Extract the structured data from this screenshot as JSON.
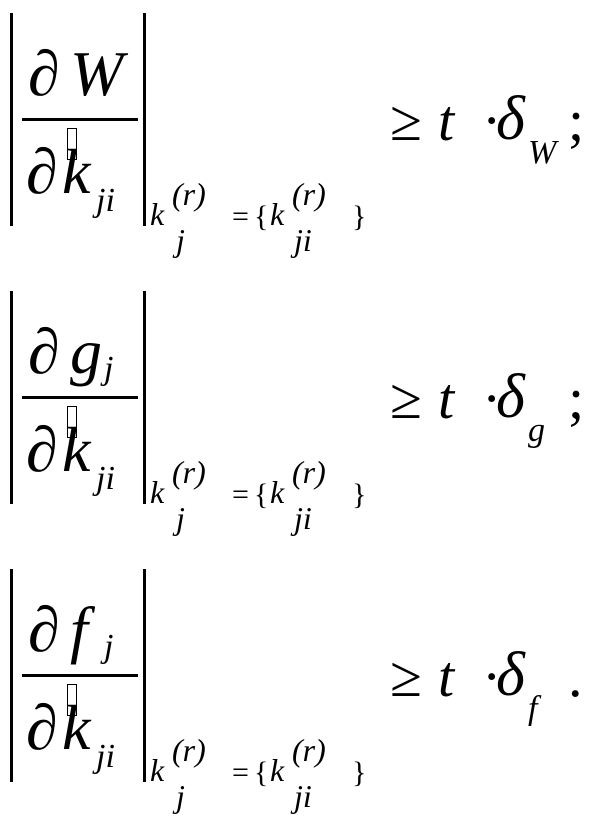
{
  "equations": [
    {
      "numerator_partial": "∂",
      "numerator_var": "W",
      "numerator_sub": "",
      "denominator_partial": "∂",
      "denominator_var": "k",
      "denominator_sub": "ji",
      "eval_k": "k",
      "eval_sup": "(r)",
      "eval_sub": "j",
      "eval_eq": "=",
      "eval_lbrace": "{",
      "eval_k2": "k",
      "eval_sup2": "(r)",
      "eval_sub2": "ji",
      "eval_rbrace": "}",
      "relation": "≥",
      "threshold": "t",
      "dot": "·",
      "delta": "δ",
      "delta_sub": "W",
      "punctuation": ";"
    },
    {
      "numerator_partial": "∂",
      "numerator_var": "g",
      "numerator_sub": "j",
      "denominator_partial": "∂",
      "denominator_var": "k",
      "denominator_sub": "ji",
      "eval_k": "k",
      "eval_sup": "(r)",
      "eval_sub": "j",
      "eval_eq": "=",
      "eval_lbrace": "{",
      "eval_k2": "k",
      "eval_sup2": "(r)",
      "eval_sub2": "ji",
      "eval_rbrace": "}",
      "relation": "≥",
      "threshold": "t",
      "dot": "·",
      "delta": "δ",
      "delta_sub": "g",
      "punctuation": ";"
    },
    {
      "numerator_partial": "∂",
      "numerator_var": "f",
      "numerator_sub": "j",
      "denominator_partial": "∂",
      "denominator_var": "k",
      "denominator_sub": "ji",
      "eval_k": "k",
      "eval_sup": "(r)",
      "eval_sub": "j",
      "eval_eq": "=",
      "eval_lbrace": "{",
      "eval_k2": "k",
      "eval_sup2": "(r)",
      "eval_sub2": "ji",
      "eval_rbrace": "}",
      "relation": "≥",
      "threshold": "t",
      "dot": "·",
      "delta": "δ",
      "delta_sub": "f",
      "punctuation": "."
    }
  ]
}
